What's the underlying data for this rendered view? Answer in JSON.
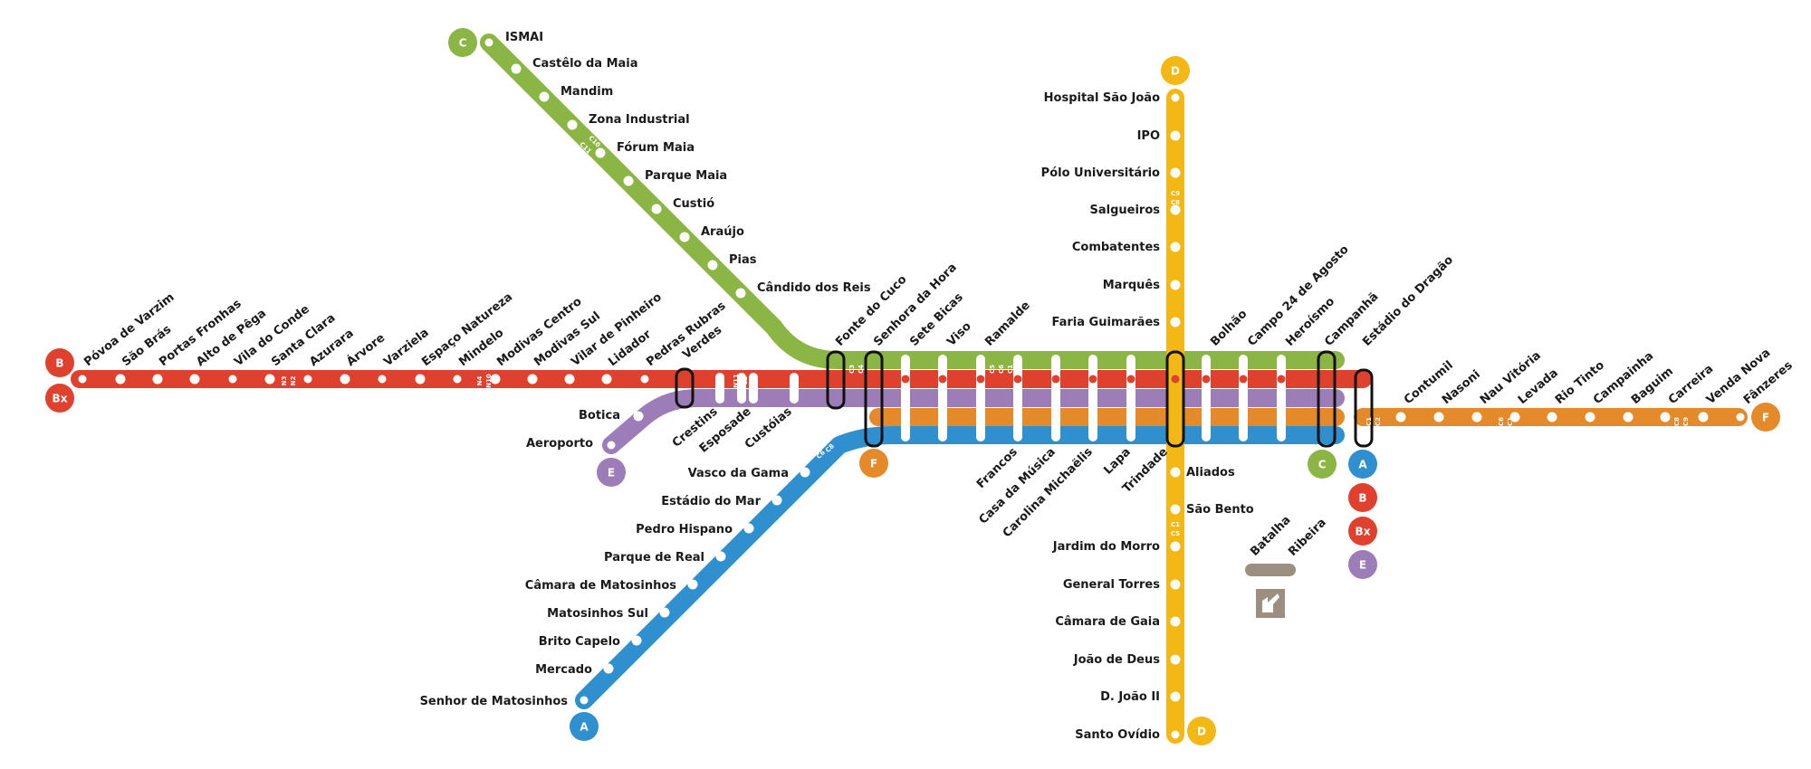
{
  "colors": {
    "A": "#2f8fcf",
    "B": "#e0412f",
    "C": "#8bb544",
    "D": "#f3b816",
    "E": "#9c7db8",
    "F": "#e58a2a",
    "funicular": "#9c8f80",
    "station": "#ffffff",
    "interchange_dot": "#e0412f"
  },
  "terminals": [
    {
      "letter": "B",
      "color": "B"
    },
    {
      "letter": "Bx",
      "color": "B"
    },
    {
      "letter": "C",
      "color": "C"
    },
    {
      "letter": "D",
      "color": "D"
    },
    {
      "letter": "D",
      "color": "D"
    },
    {
      "letter": "E",
      "color": "E"
    },
    {
      "letter": "F",
      "color": "F"
    },
    {
      "letter": "A",
      "color": "A"
    },
    {
      "letter": "C",
      "color": "C"
    },
    {
      "letter": "A",
      "color": "A"
    },
    {
      "letter": "B",
      "color": "B"
    },
    {
      "letter": "Bx",
      "color": "B"
    },
    {
      "letter": "E",
      "color": "E"
    },
    {
      "letter": "F",
      "color": "F"
    }
  ],
  "stations": {
    "line_b_west": [
      "Póvoa de Varzim",
      "São Brás",
      "Portas Fronhas",
      "Alto de Pêga",
      "Vila do Conde",
      "Santa Clara",
      "Azurara",
      "Árvore",
      "Varziela",
      "Espaço Natureza",
      "Mindelo",
      "Modivas Centro",
      "Modivas Sul",
      "Vilar de Pinheiro",
      "Lidador",
      "Pedras Rubras",
      "Verdes"
    ],
    "line_c_north": [
      "ISMAI",
      "Castêlo da Maia",
      "Mandim",
      "Zona Industrial",
      "Fórum Maia",
      "Parque Maia",
      "Custió",
      "Araújo",
      "Pias",
      "Cândido dos Reis"
    ],
    "line_e": [
      "Botica",
      "Aeroporto"
    ],
    "shared_trunk_lower": [
      "Crestins",
      "Esposade",
      "Custóias"
    ],
    "trunk_top": [
      "Fonte do Cuco",
      "Senhora da Hora",
      "Sete Bicas",
      "Viso",
      "Ramalde",
      "Bolhão",
      "Campo 24 de Agosto",
      "Heroísmo",
      "Campanhã",
      "Estádio do Dragão"
    ],
    "trunk_bottom": [
      "Francos",
      "Casa da Música",
      "Carolina Michaëlis",
      "Lapa",
      "Trindade"
    ],
    "line_a": [
      "Vasco da Gama",
      "Estádio do Mar",
      "Pedro Hispano",
      "Parque de Real",
      "Câmara de Matosinhos",
      "Matosinhos Sul",
      "Brito Capelo",
      "Mercado",
      "Senhor de Matosinhos"
    ],
    "line_d_north": [
      "Hospital São João",
      "IPO",
      "Pólo Universitário",
      "Salgueiros",
      "Combatentes",
      "Marquês",
      "Faria Guimarães"
    ],
    "line_d_south": [
      "Aliados",
      "São Bento",
      "Jardim do Morro",
      "General Torres",
      "Câmara de Gaia",
      "João de Deus",
      "D. João II",
      "Santo Ovídio"
    ],
    "line_f_east": [
      "Contumil",
      "Nasoni",
      "Nau Vitória",
      "Levada",
      "Rio Tinto",
      "Campainha",
      "Baguim",
      "Carreira",
      "Venda Nova",
      "Fânzeres"
    ],
    "funicular": [
      "Batalha",
      "Ribeira"
    ]
  },
  "zones": [
    "N3",
    "N2",
    "N4",
    "N10",
    "N11",
    "C2",
    "C3",
    "C4",
    "C5",
    "C6",
    "C1",
    "C1",
    "C2",
    "C6",
    "C1",
    "C8",
    "C9",
    "C11",
    "C10",
    "C6",
    "C8",
    "C9",
    "C8",
    "C1",
    "C5"
  ],
  "icons": {
    "funicular_icon": "funicular-icon"
  }
}
